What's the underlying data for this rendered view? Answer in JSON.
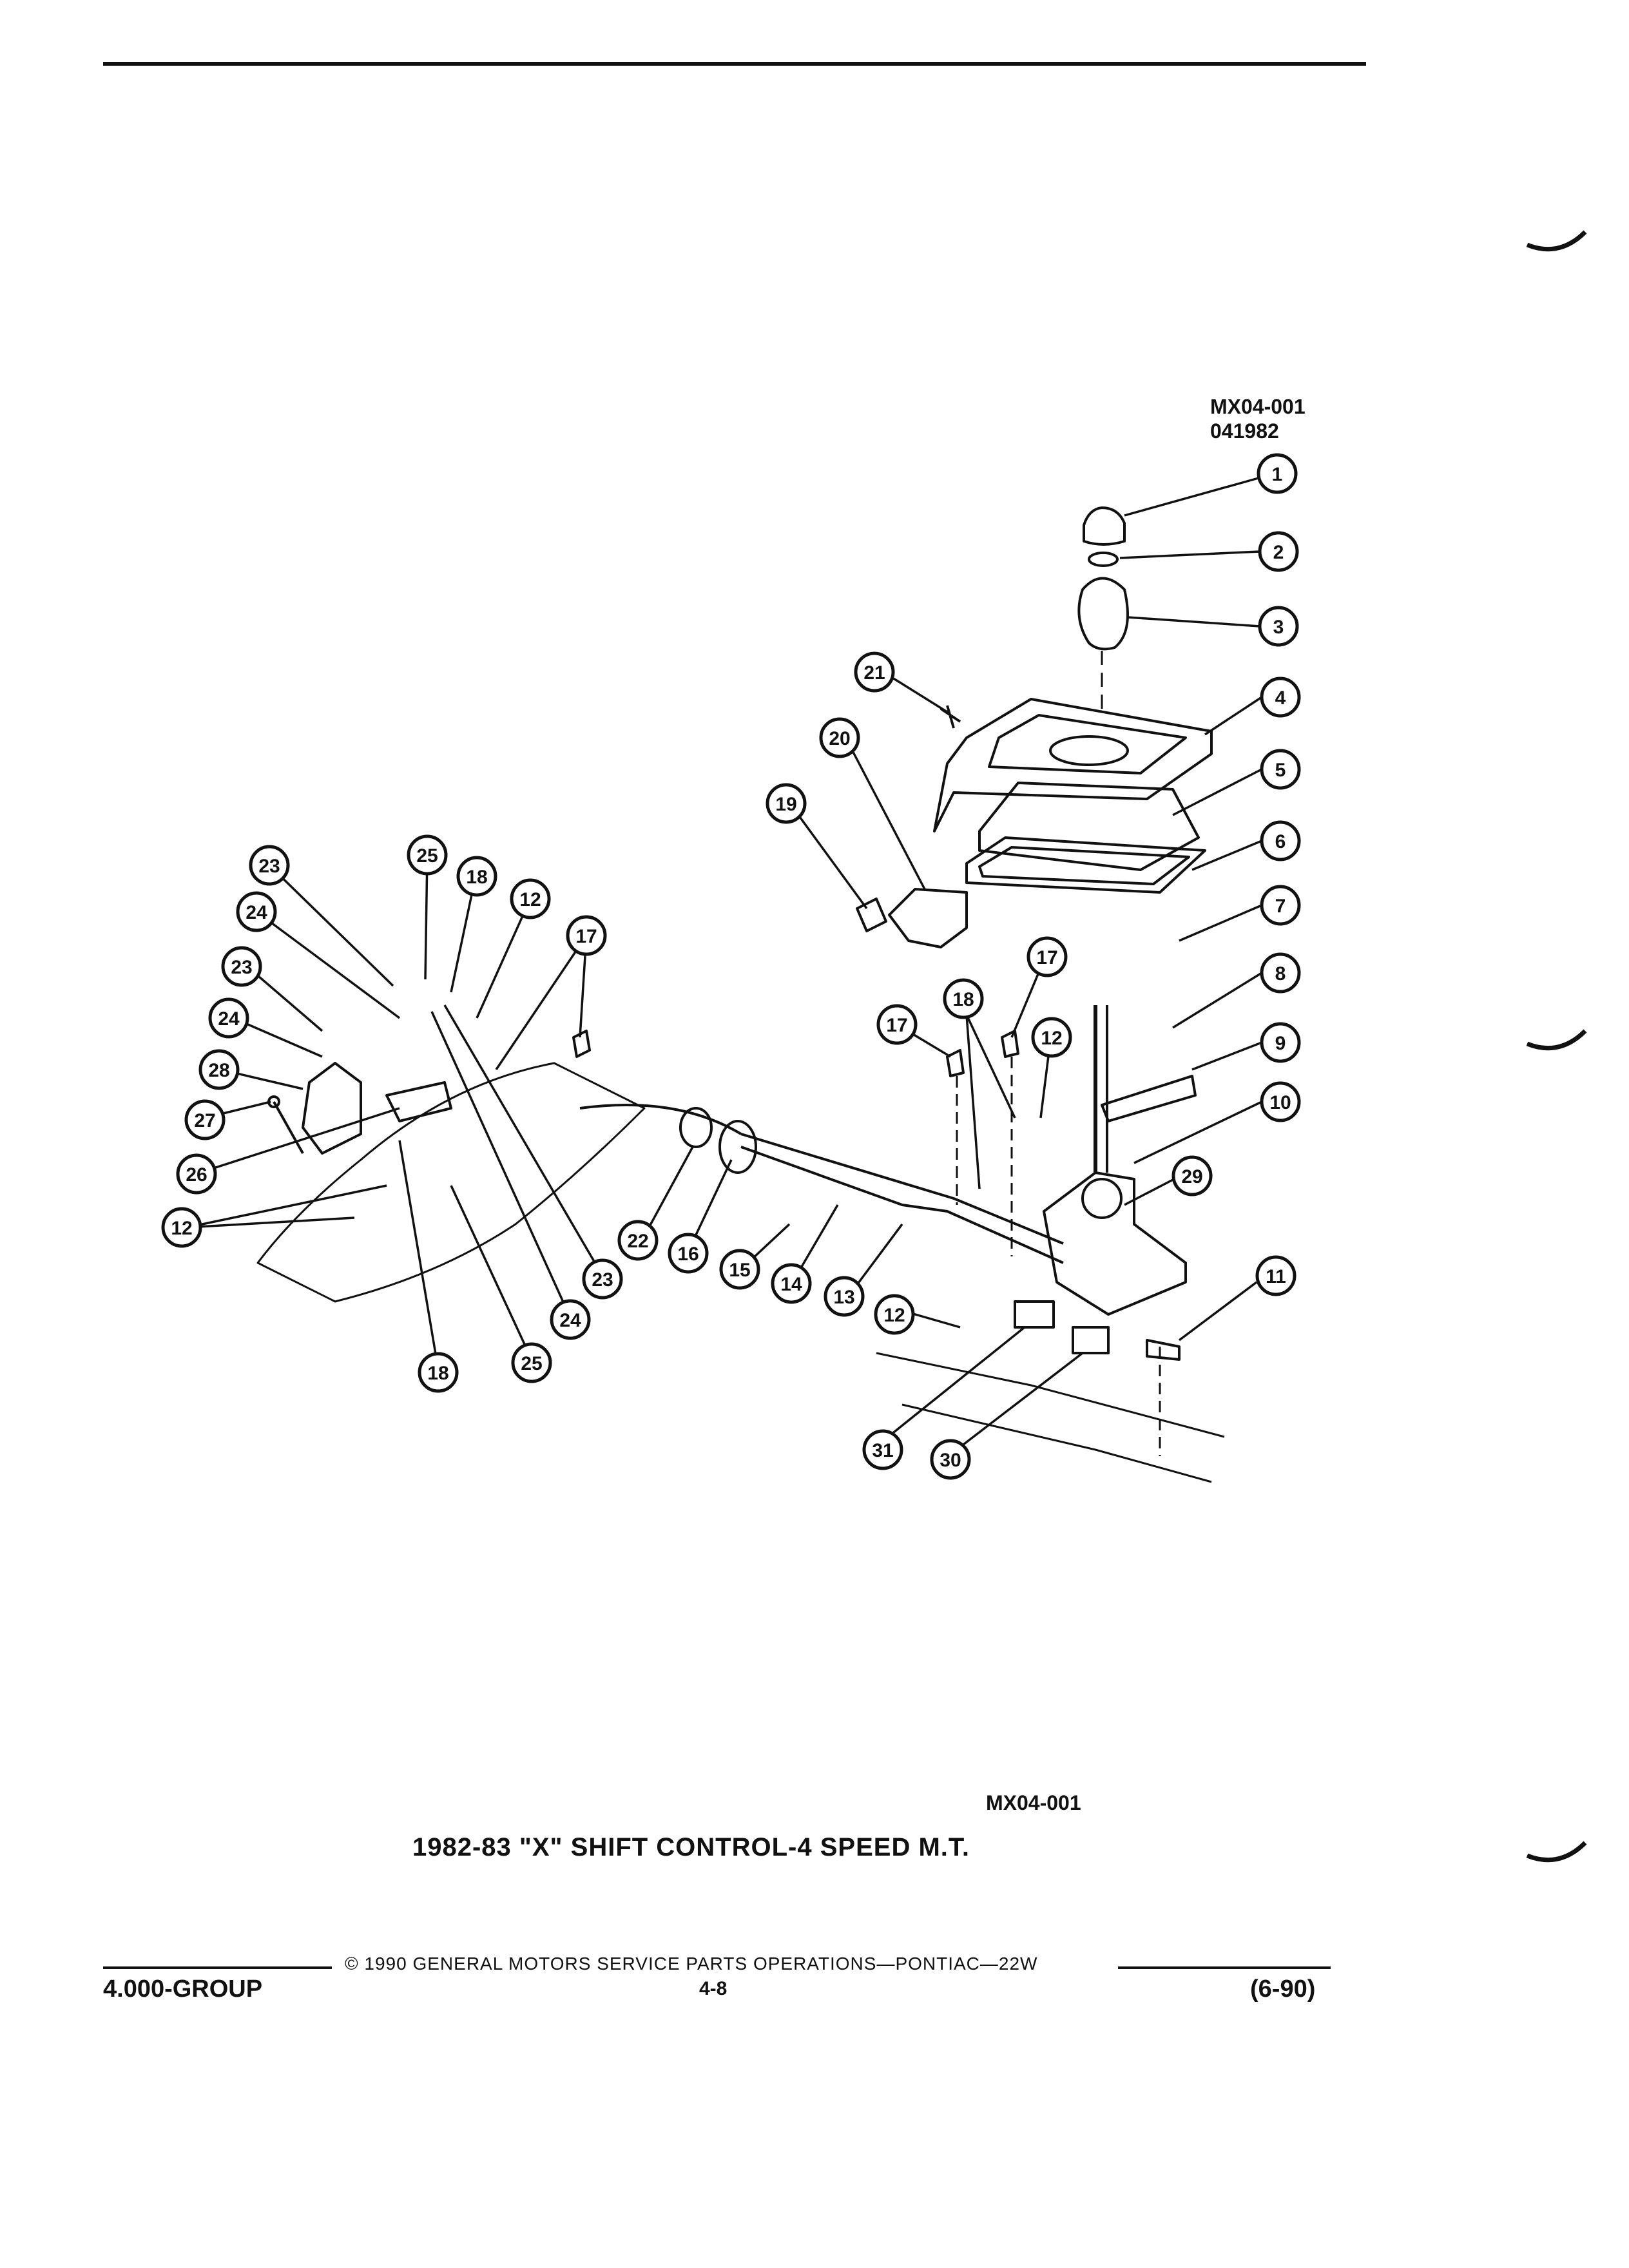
{
  "header": {
    "code_line1": "MX04-001",
    "code_line2": "041982"
  },
  "callouts": [
    {
      "n": "1"
    },
    {
      "n": "2"
    },
    {
      "n": "3"
    },
    {
      "n": "4"
    },
    {
      "n": "5"
    },
    {
      "n": "6"
    },
    {
      "n": "7"
    },
    {
      "n": "8"
    },
    {
      "n": "9"
    },
    {
      "n": "10"
    },
    {
      "n": "11"
    },
    {
      "n": "29"
    },
    {
      "n": "21"
    },
    {
      "n": "20"
    },
    {
      "n": "19"
    },
    {
      "n": "17"
    },
    {
      "n": "18"
    },
    {
      "n": "12"
    },
    {
      "n": "17"
    },
    {
      "n": "22"
    },
    {
      "n": "16"
    },
    {
      "n": "15"
    },
    {
      "n": "14"
    },
    {
      "n": "13"
    },
    {
      "n": "12"
    },
    {
      "n": "31"
    },
    {
      "n": "30"
    },
    {
      "n": "25"
    },
    {
      "n": "18"
    },
    {
      "n": "12"
    },
    {
      "n": "17"
    },
    {
      "n": "23"
    },
    {
      "n": "24"
    },
    {
      "n": "23"
    },
    {
      "n": "24"
    },
    {
      "n": "28"
    },
    {
      "n": "27"
    },
    {
      "n": "26"
    },
    {
      "n": "12"
    },
    {
      "n": "23"
    },
    {
      "n": "24"
    },
    {
      "n": "18"
    },
    {
      "n": "25"
    }
  ],
  "caption": {
    "code": "MX04-001",
    "title": "1982-83 \"X\" SHIFT CONTROL-4 SPEED M.T."
  },
  "footer": {
    "group": "4.000-GROUP",
    "copyright": "© 1990 GENERAL MOTORS SERVICE PARTS OPERATIONS—PONTIAC—22W",
    "page": "4-8",
    "date": "(6-90)"
  }
}
